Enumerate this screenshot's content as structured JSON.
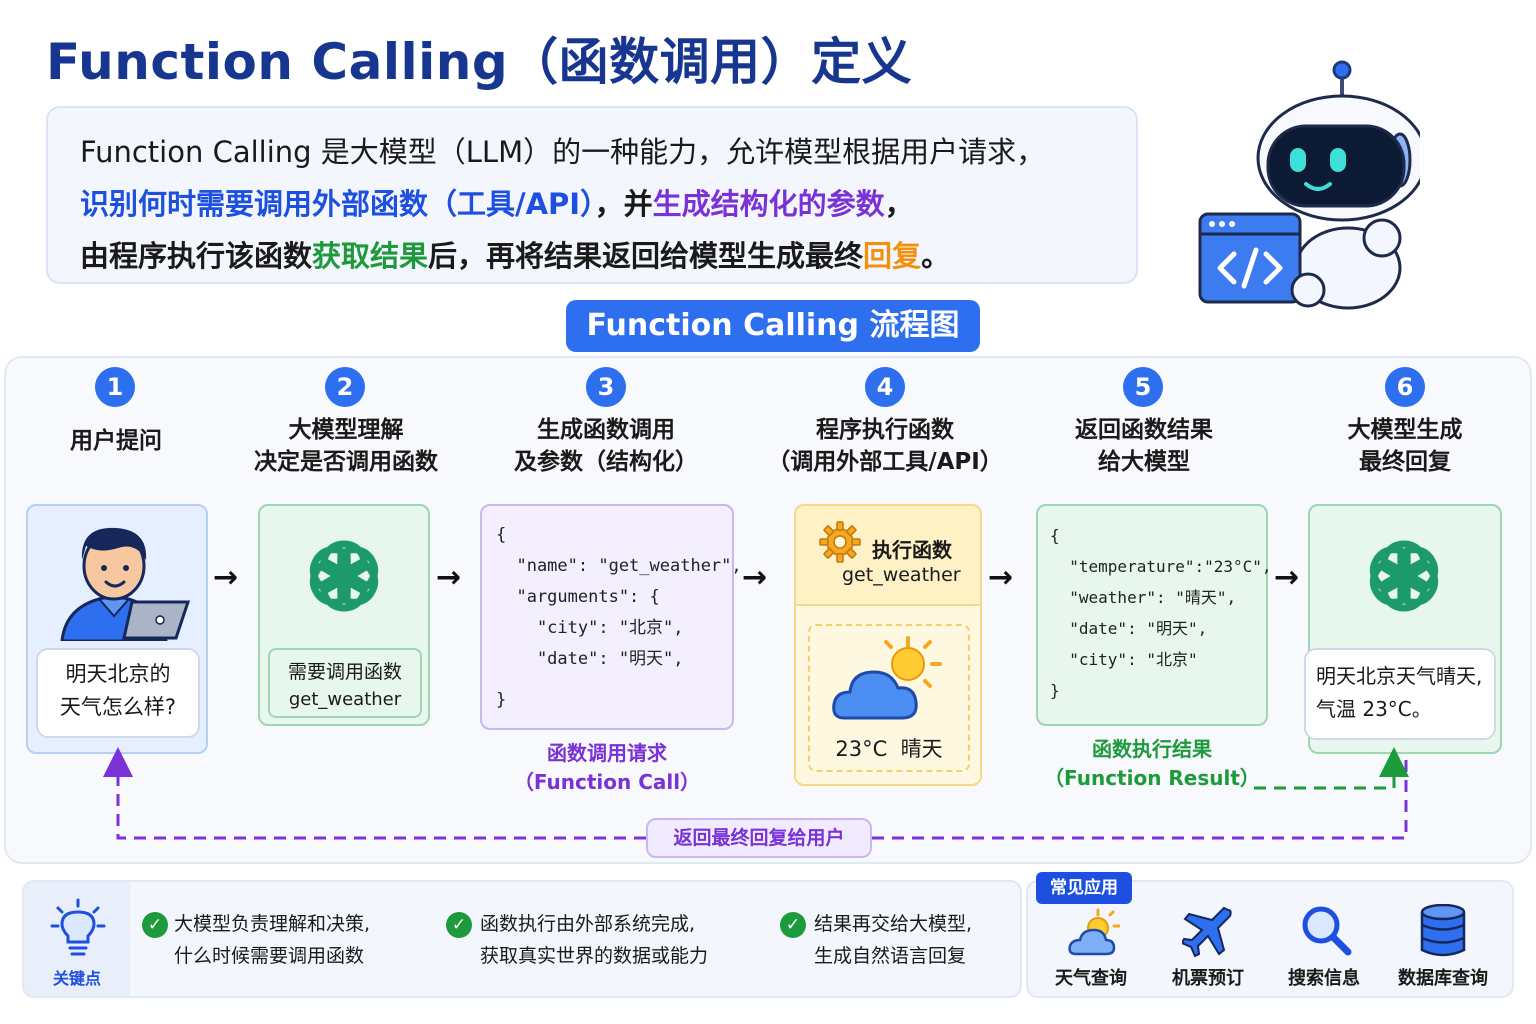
{
  "title": "Function Calling（函数调用）定义",
  "definition": {
    "line1": "Function Calling 是大模型（LLM）的一种能力，允许模型根据用户请求，",
    "line2_a": "识别何时需要调用外部函数（工具/API）",
    "line2_b": "，并",
    "line2_c": "生成结构化的参数",
    "line2_d": "，",
    "line3_a": "由程序执行该函数",
    "line3_b": "获取结果",
    "line3_c": "后，再将结果返回给模型生成最终",
    "line3_d": "回复",
    "line3_e": "。"
  },
  "flow_title": "Function Calling 流程图",
  "steps": [
    {
      "num": "1",
      "label_1": "用户提问",
      "label_2": ""
    },
    {
      "num": "2",
      "label_1": "大模型理解",
      "label_2": "决定是否调用函数"
    },
    {
      "num": "3",
      "label_1": "生成函数调用",
      "label_2": "及参数（结构化）"
    },
    {
      "num": "4",
      "label_1": "程序执行函数",
      "label_2": "（调用外部工具/API）"
    },
    {
      "num": "5",
      "label_1": "返回函数结果",
      "label_2": "给大模型"
    },
    {
      "num": "6",
      "label_1": "大模型生成",
      "label_2": "最终回复"
    }
  ],
  "user_question": {
    "line1": "明天北京的",
    "line2": "天气怎么样?"
  },
  "model_decision": {
    "line1": "需要调用函数",
    "line2": "get_weather"
  },
  "function_call": {
    "lines": [
      "{",
      "  \"name\": \"get_weather\",",
      "  \"arguments\": {",
      "    \"city\": \"北京\",",
      "    \"date\": \"明天\",",
      "",
      "}"
    ],
    "caption_1": "函数调用请求",
    "caption_2": "（Function Call）"
  },
  "execute": {
    "title_1": "执行函数",
    "title_2": "get_weather",
    "result": "23°C  晴天"
  },
  "function_result": {
    "lines": [
      "{",
      "  \"temperature\":\"23°C\",",
      "  \"weather\": \"晴天\",",
      "  \"date\": \"明天\",",
      "  \"city\": \"北京\"",
      "}"
    ],
    "caption_1": "函数执行结果",
    "caption_2": "（Function Result）"
  },
  "final_reply": {
    "line1": "明天北京天气晴天,",
    "line2": "气温 23°C。"
  },
  "return_label": "返回最终回复给用户",
  "key_points": {
    "label": "关键点",
    "items": [
      {
        "line1": "大模型负责理解和决策,",
        "line2": "什么时候需要调用函数"
      },
      {
        "line1": "函数执行由外部系统完成,",
        "line2": "获取真实世界的数据或能力"
      },
      {
        "line1": "结果再交给大模型,",
        "line2": "生成自然语言回复"
      }
    ]
  },
  "applications": {
    "label": "常见应用",
    "items": [
      {
        "label": "天气查询",
        "icon": "weather-icon"
      },
      {
        "label": "机票预订",
        "icon": "airplane-icon"
      },
      {
        "label": "搜索信息",
        "icon": "search-icon"
      },
      {
        "label": "数据库查询",
        "icon": "database-icon"
      }
    ]
  },
  "colors": {
    "title": "#17368f",
    "accent_blue": "#2e6ff0",
    "purple": "#7a32d6",
    "green": "#1d9a3c",
    "orange": "#f0920f"
  }
}
